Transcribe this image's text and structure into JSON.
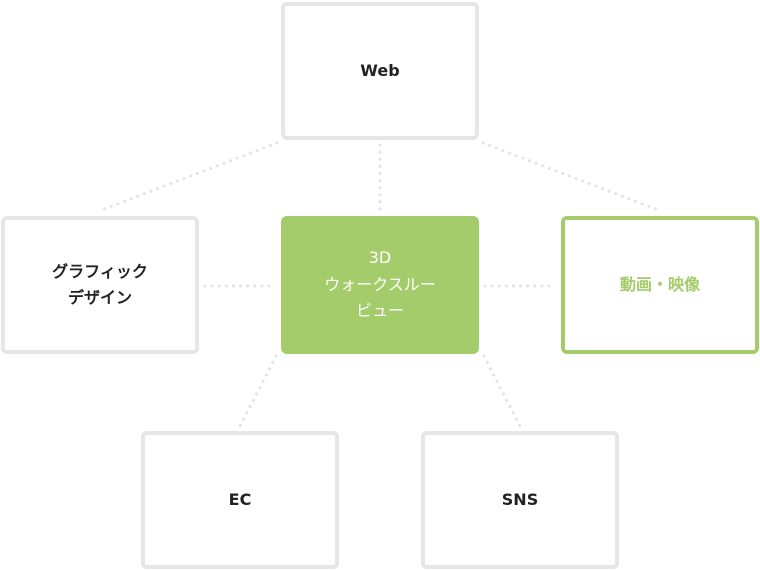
{
  "colors": {
    "accent": "#a5cc6b",
    "border": "#e6e6e6",
    "connector": "#e3e3e3",
    "text": "#222222"
  },
  "nodes": {
    "web": "Web",
    "graphic_design": "グラフィック\nデザイン",
    "walkthrough": "3D\nウォークスルー\nビュー",
    "video": "動画・映像",
    "ec": "EC",
    "sns": "SNS"
  }
}
